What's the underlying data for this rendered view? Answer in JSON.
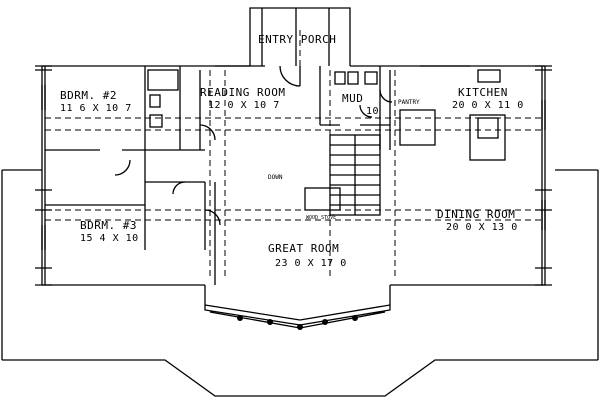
{
  "rooms": {
    "entry_porch": {
      "name": "ENTRY PORCH"
    },
    "bedroom2": {
      "name": "BDRM. #2",
      "dims": "11 6 X 10 7"
    },
    "reading_room": {
      "name": "READING ROOM",
      "dims": "12 0 X 10 7"
    },
    "mud": {
      "name": "MUD",
      "dims": "10"
    },
    "pantry": {
      "name": "PANTRY"
    },
    "kitchen": {
      "name": "KITCHEN",
      "dims": "20 0 X 11 0"
    },
    "bedroom3": {
      "name": "BDRM. #3",
      "dims": "15 4 X 10"
    },
    "great_room": {
      "name": "GREAT ROOM",
      "dims": "23 0 X 17 0"
    },
    "dining_room": {
      "name": "DINING ROOM",
      "dims": "20 0 X 13 0"
    }
  },
  "annotations": {
    "down": "DOWN",
    "wood_stove": "WOOD STOVE"
  },
  "colors": {
    "line": "#000000",
    "background": "#ffffff"
  }
}
